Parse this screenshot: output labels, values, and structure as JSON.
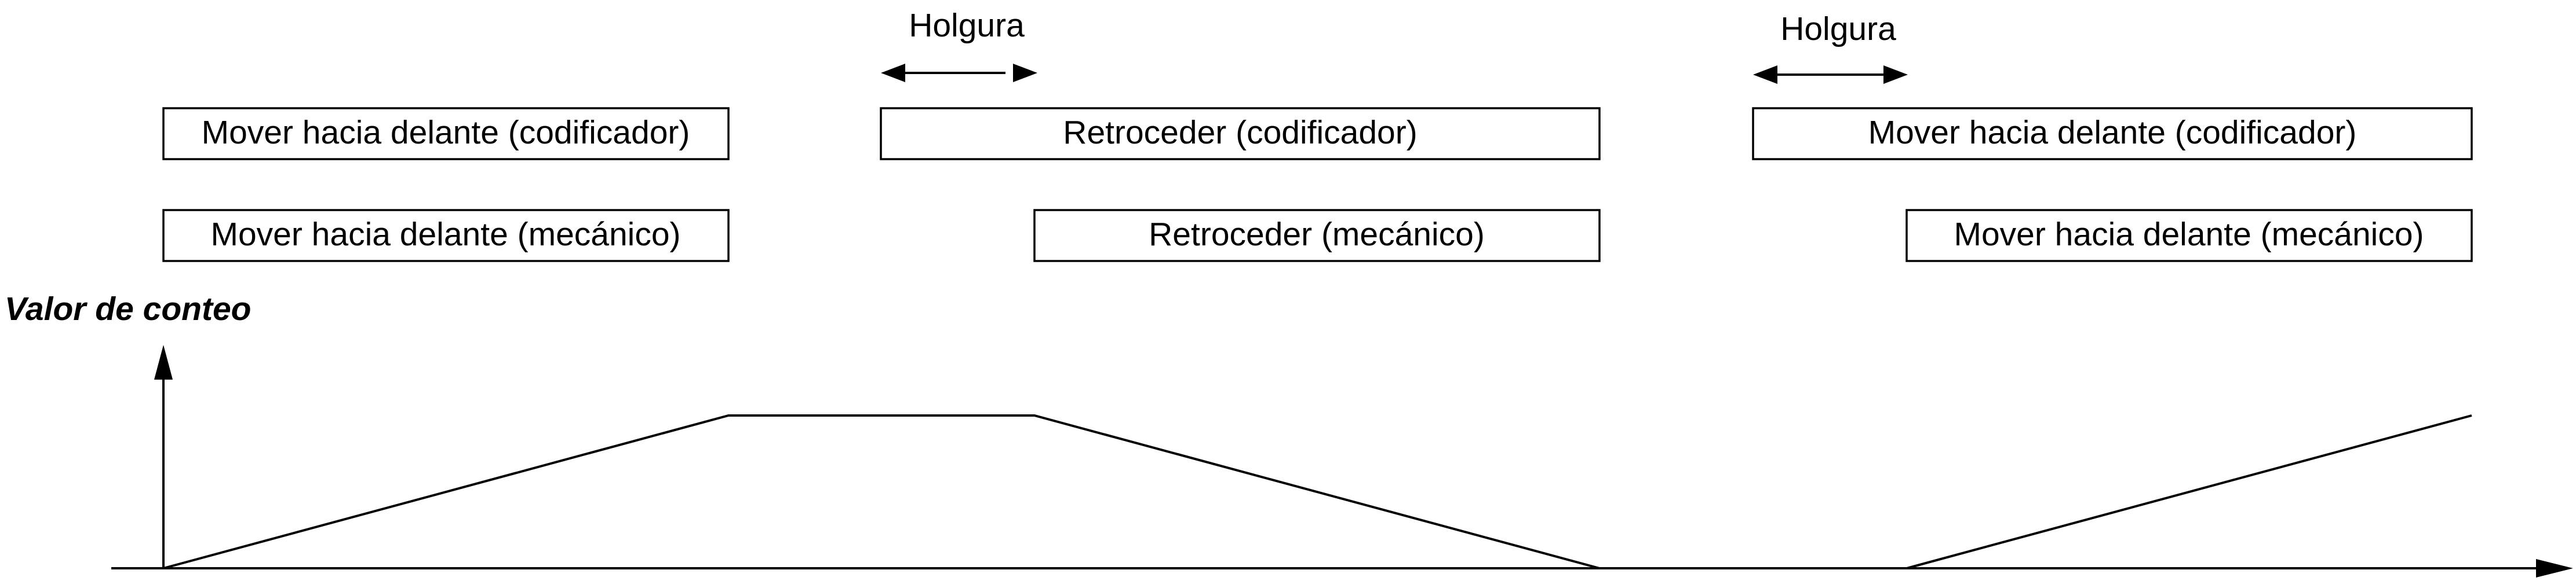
{
  "backlash_labels": {
    "first": "Holgura",
    "second": "Holgura"
  },
  "encoder_row": [
    "Mover hacia delante (codificador)",
    "Retroceder (codificador)",
    "Mover hacia delante (codificador)"
  ],
  "mechanical_row": [
    "Mover hacia delante (mecánico)",
    "Retroceder (mecánico)",
    "Mover hacia delante (mecánico)"
  ],
  "axis": {
    "ylabel": "Valor de conteo"
  }
}
